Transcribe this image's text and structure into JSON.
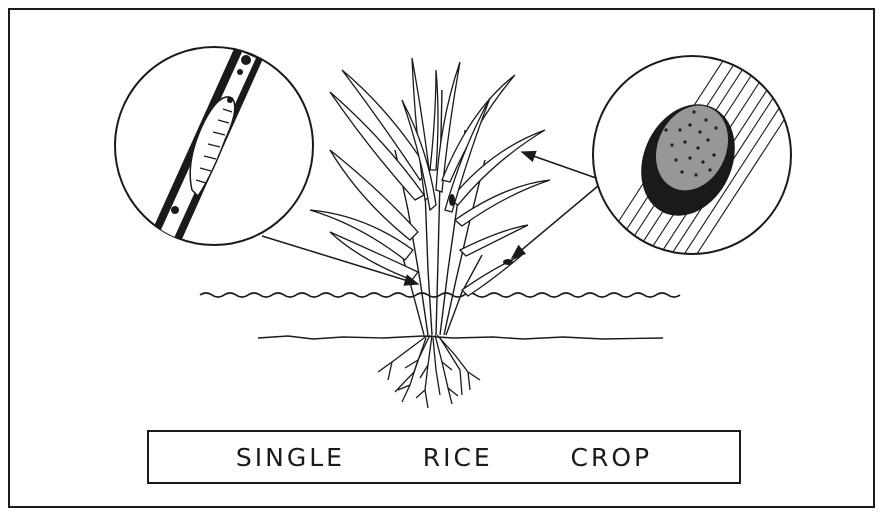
{
  "caption": {
    "words": [
      "SINGLE",
      "RICE",
      "CROP"
    ]
  },
  "colors": {
    "ink": "#1a1a1a",
    "paper": "#ffffff"
  },
  "illustration": {
    "subject": "rice plant with two magnified insets",
    "left_inset_icon": "larva-in-stem-icon",
    "right_inset_icon": "egg-mass-on-leaf-icon"
  }
}
